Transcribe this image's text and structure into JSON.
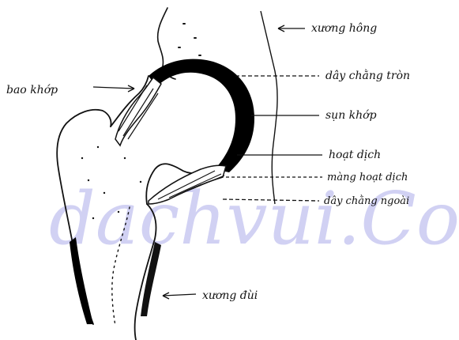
{
  "labels": {
    "xuong_chau": "xương hông",
    "bao_khop": "bao khớp",
    "day_chang_trong": "dây chằng tròn",
    "sun_khop": "sụn khớp",
    "hoat_dich": "hoạt dịch",
    "mang_hoat_dich": "màng hoạt dịch",
    "day_chang_ngoai": "dây chằng ngoài",
    "xuong_dui": "xương đùi"
  },
  "watermark": {
    "text": "dachvui.Com"
  },
  "colors": {
    "ink": "#111111",
    "cartilage": "#000000",
    "watermark": "#c9c9f2"
  }
}
